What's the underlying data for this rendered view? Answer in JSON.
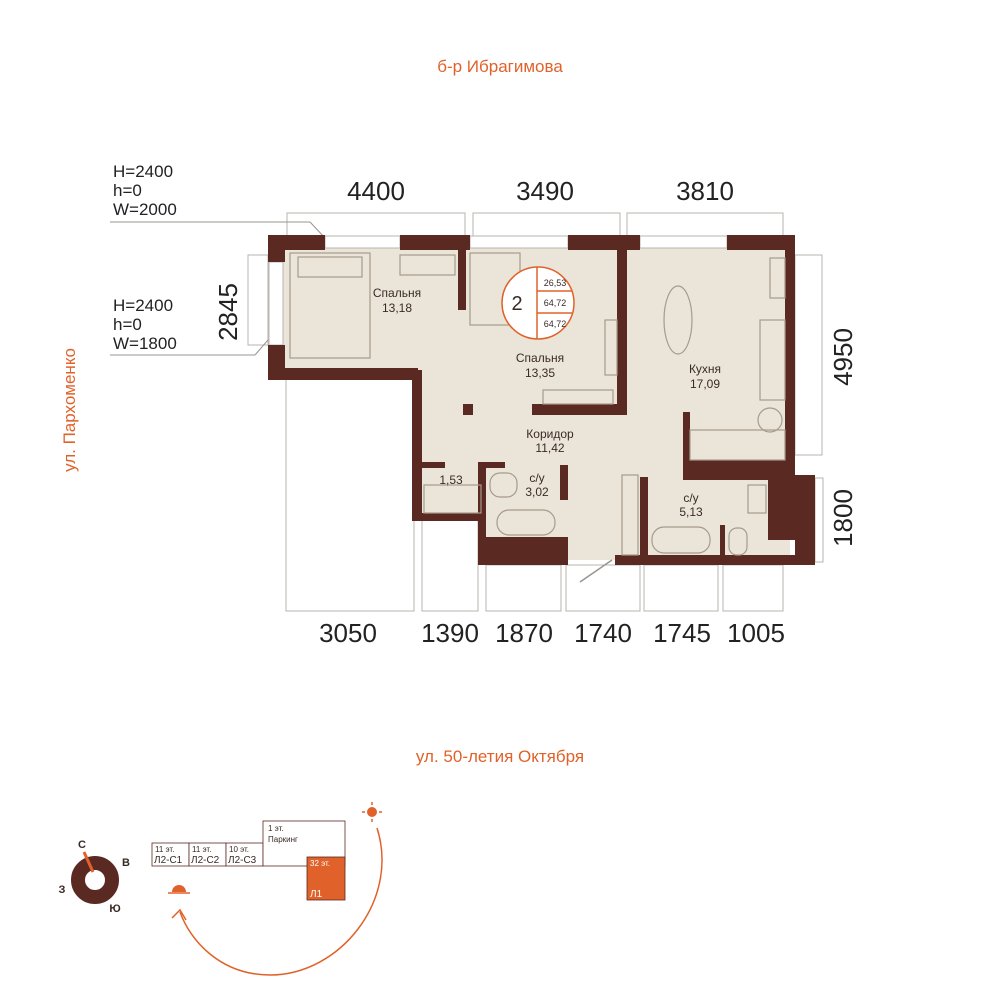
{
  "streets": {
    "top": "б-р Ибрагимова",
    "left": "ул. Пархоменко",
    "bottom": "ул. 50-летия Октября"
  },
  "windows": [
    {
      "H": "H=2400",
      "h": "h=0",
      "W": "W=2000"
    },
    {
      "H": "H=2400",
      "h": "h=0",
      "W": "W=1800"
    }
  ],
  "dimensions": {
    "top": [
      "4400",
      "3490",
      "3810"
    ],
    "left": [
      "2845"
    ],
    "right": [
      "4950",
      "1800"
    ],
    "bottom": [
      "3050",
      "1390",
      "1870",
      "1740",
      "1745",
      "1005"
    ]
  },
  "rooms": {
    "bedroom1": {
      "name": "Спальня",
      "area": "13,18"
    },
    "bedroom2": {
      "name": "Спальня",
      "area": "13,35"
    },
    "kitchen": {
      "name": "Кухня",
      "area": "17,09"
    },
    "corridor": {
      "name": "Коридор",
      "area": "11,42"
    },
    "storage": {
      "area": "1,53"
    },
    "bath1": {
      "name": "с/у",
      "area": "3,02"
    },
    "bath2": {
      "name": "с/у",
      "area": "5,13"
    }
  },
  "badge": {
    "rooms": "2",
    "living": "26,53",
    "total": "64,72",
    "total2": "64,72"
  },
  "compass": {
    "n": "С",
    "e": "В",
    "s": "Ю",
    "w": "З"
  },
  "site": {
    "buildings": [
      {
        "floors": "11 эт.",
        "name": "Л2-С1"
      },
      {
        "floors": "11 эт.",
        "name": "Л2-С2"
      },
      {
        "floors": "10 эт.",
        "name": "Л2-С3"
      }
    ],
    "parking": {
      "floors": "1 эт.",
      "name": "Паркинг"
    },
    "current": {
      "floors": "32 эт.",
      "name": "Л1"
    }
  },
  "colors": {
    "accent": "#e0622a",
    "wall": "#5a2a22",
    "floor": "#ebe5d9"
  }
}
